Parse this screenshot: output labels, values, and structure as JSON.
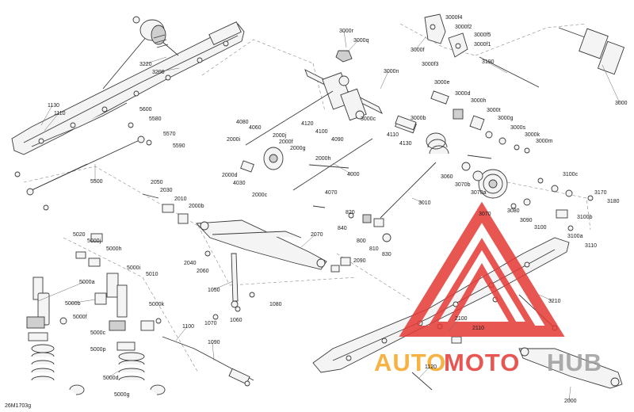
{
  "figure_id": "26M1703g",
  "watermark": {
    "text_a": "AUTO",
    "text_b": "MOTO",
    "text_c": "HUB",
    "color_red": "#e53935",
    "color_orange": "#f5a623",
    "color_gray": "#9e9e9e"
  },
  "callouts": [
    "3000r",
    "3000q",
    "3000f4",
    "3000f2",
    "3000f5",
    "3000f",
    "3000f1",
    "3000f3",
    "3190",
    "3000n",
    "3000",
    "3000e",
    "3000d",
    "3000h",
    "3000t",
    "3000g",
    "3000s",
    "3000k",
    "3000m",
    "3000b",
    "3000c",
    "4120",
    "4100",
    "4090",
    "4110",
    "4130",
    "3060",
    "3070b",
    "3070a",
    "3070",
    "3080",
    "3090",
    "3100",
    "3100c",
    "3100b",
    "3100a",
    "3110",
    "3170",
    "3180",
    "3220",
    "3200",
    "1130",
    "1110",
    "5600",
    "5580",
    "5570",
    "5590",
    "5500",
    "4080",
    "4060",
    "2000j",
    "2000f",
    "2000g",
    "2000h",
    "2000i",
    "2000d",
    "4030",
    "2000c",
    "4000",
    "4070",
    "3010",
    "2050",
    "2030",
    "2010",
    "2000b",
    "840",
    "820",
    "800",
    "810",
    "830",
    "2070",
    "2040",
    "2060",
    "2090",
    "1050",
    "1060",
    "1080",
    "1070",
    "1100",
    "1090",
    "5020",
    "5000j",
    "5000h",
    "5000i",
    "5000a",
    "5010",
    "5000b",
    "5000k",
    "5000f",
    "5000c",
    "5000p",
    "5000d",
    "5000g",
    "2100",
    "2110",
    "1120",
    "3210",
    "2000"
  ]
}
